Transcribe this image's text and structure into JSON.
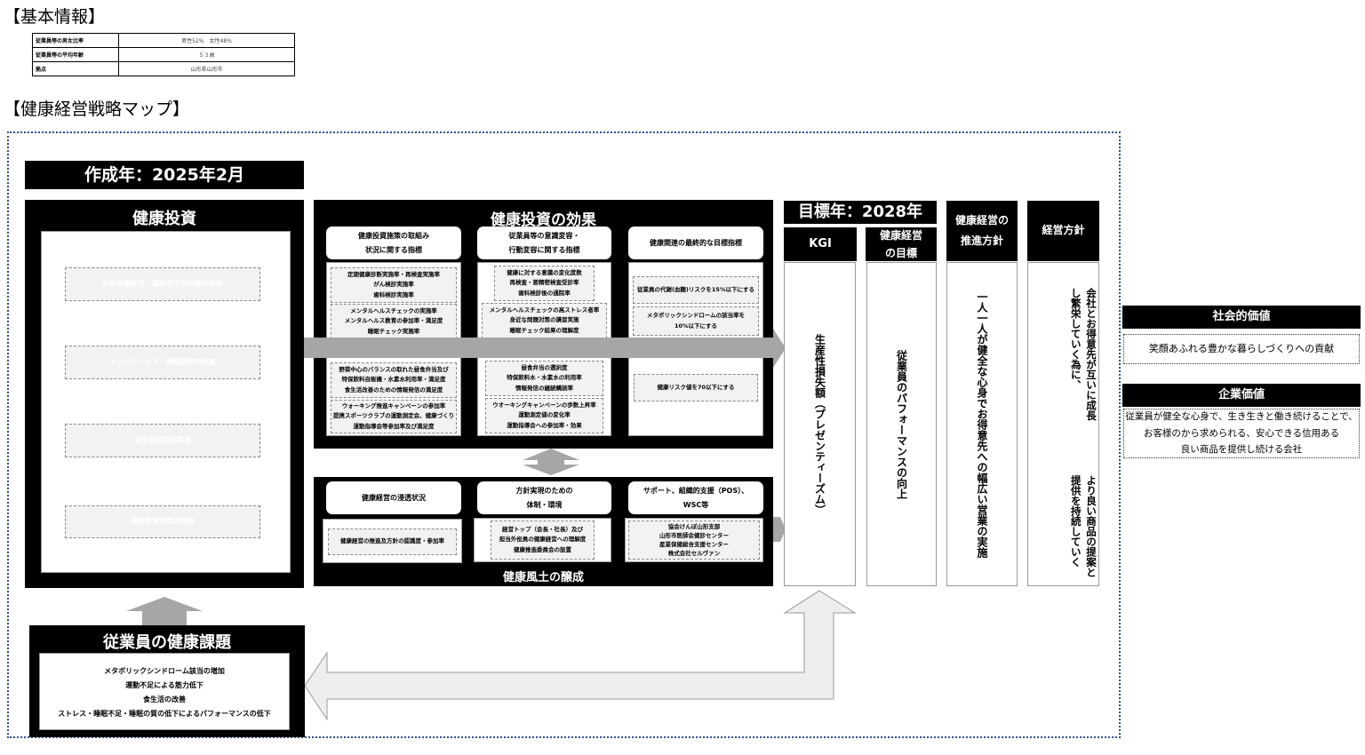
{
  "basic_info": {
    "title": "【基本情報】",
    "rows": [
      {
        "label": "従業員等の男女比率",
        "value": "男性52%　女性48%"
      },
      {
        "label": "従業員等の平均年齢",
        "value": "５３歳"
      },
      {
        "label": "拠点",
        "value": "山形県山形市"
      }
    ]
  },
  "map_title": "【健康経営戦略マップ】",
  "created": "作成年：2025年2月",
  "investment": {
    "title": "健康投資",
    "items": [
      "疾病早期発見・重症化予防対策の実施",
      "メンタルヘルス・睡眠対策の実施",
      "食生活対策の実施",
      "運動習慣対策の実施"
    ]
  },
  "issues": {
    "title": "従業員の健康課題",
    "items": [
      "メタボリックシンドローム該当の増加",
      "運動不足による筋力低下",
      "食生活の改善",
      "ストレス・睡眠不足・睡眠の質の低下によるパフォーマンスの低下"
    ]
  },
  "effects": {
    "title": "健康投資の効果",
    "columns": [
      {
        "header": [
          "健康投資施策の取組み",
          "状況に関する指標"
        ],
        "groups": [
          [
            "定期健康診断実施率・再検査実施率",
            "がん検診実施率",
            "歯科検診実施率"
          ],
          [
            "メンタルヘルスチェックの実施率",
            "メンタルヘルス教育の参加率・満足度",
            "睡眠チェック実施率"
          ],
          [
            "野菜中心のバランスの取れた昼食弁当及び",
            "特保飲料自販機・水素水利用率・満足度",
            "食生活改善のための情報発信の満足度"
          ],
          [
            "ウォーキング推進キャンペーンの参加率",
            "提携スポーツクラブの運動測定会、健康づくり",
            "運動指導会等参加率及び満足度"
          ]
        ]
      },
      {
        "header": [
          "従業員等の意識変容・",
          "行動変容に関する指標"
        ],
        "groups": [
          [
            "健康に対する意識の変化度数",
            "再検査・要精密検査受診率",
            "歯科検診後の通院率"
          ],
          [
            "メンタルヘルスチェックの高ストレス者率",
            "身近な問題対策の講習実施",
            "睡眠チェック結果の理解度"
          ],
          [
            "昼食弁当の選択度",
            "特保飲料水・水素水の利用率",
            "情報発信の継続購読率"
          ],
          [
            "ウオーキングキャンペーンの歩数上昇率",
            "運動測定値の変化率",
            "運動指導会への参加率・効果"
          ]
        ]
      },
      {
        "header": [
          "健康関連の最終的な目標指標"
        ],
        "groups": [
          [
            "従業員の代謝(血糖)リスクを15%以下にする"
          ],
          [
            "メタボリックシンドロームの該当率を",
            "10%以下にする"
          ],
          [
            "健康リスク値を70以下にする"
          ]
        ]
      }
    ]
  },
  "culture": {
    "title": "健康風土の醸成",
    "columns": [
      {
        "header": [
          "健康経営の浸透状況"
        ],
        "items": [
          "健康経営の推進及方針の認識度・参加率"
        ]
      },
      {
        "header": [
          "方針実現のための",
          "体制・環境"
        ],
        "items": [
          "経営トップ（会長・社長）及び",
          "担当外役員の健康経営への理解度",
          "健康推進委員会の設置"
        ]
      },
      {
        "header": [
          "サポート、組織的支援（POS）、",
          "WSC等"
        ],
        "items": [
          "協会けんぽ山形支部",
          "山形市医師会健診センター",
          "産業保健総合支援センター",
          "株式会社セルヴァン"
        ]
      }
    ]
  },
  "target_year": "目標年：2028年",
  "kgi": {
    "header": "KGI",
    "body": "生産性損失額（プレゼンティーズム）"
  },
  "goal": {
    "header": [
      "健康経営",
      "の目標"
    ],
    "body": "従業員のパフォーマンスの向上"
  },
  "policy": {
    "header": [
      "健康経営の",
      "推進方針"
    ],
    "body": "一人一人が健全な心身でお得意先への幅広い営業の実施"
  },
  "mgmt": {
    "header": "経営方針",
    "body": [
      "会社とお得意先が互いに成長し繁栄していく為に、",
      "より良い商品の提案と提供を持続していく"
    ]
  },
  "social_value": {
    "header": "社会的価値",
    "body": "笑顔あふれる豊かな暮らしづくりへの貢献"
  },
  "corporate_value": {
    "header": "企業価値",
    "body": [
      "従業員が健全な心身で、生き生きと働き続けることで、",
      "お客様のから求められる、安心できる信用ある",
      "良い商品を提供し続ける会社"
    ]
  }
}
